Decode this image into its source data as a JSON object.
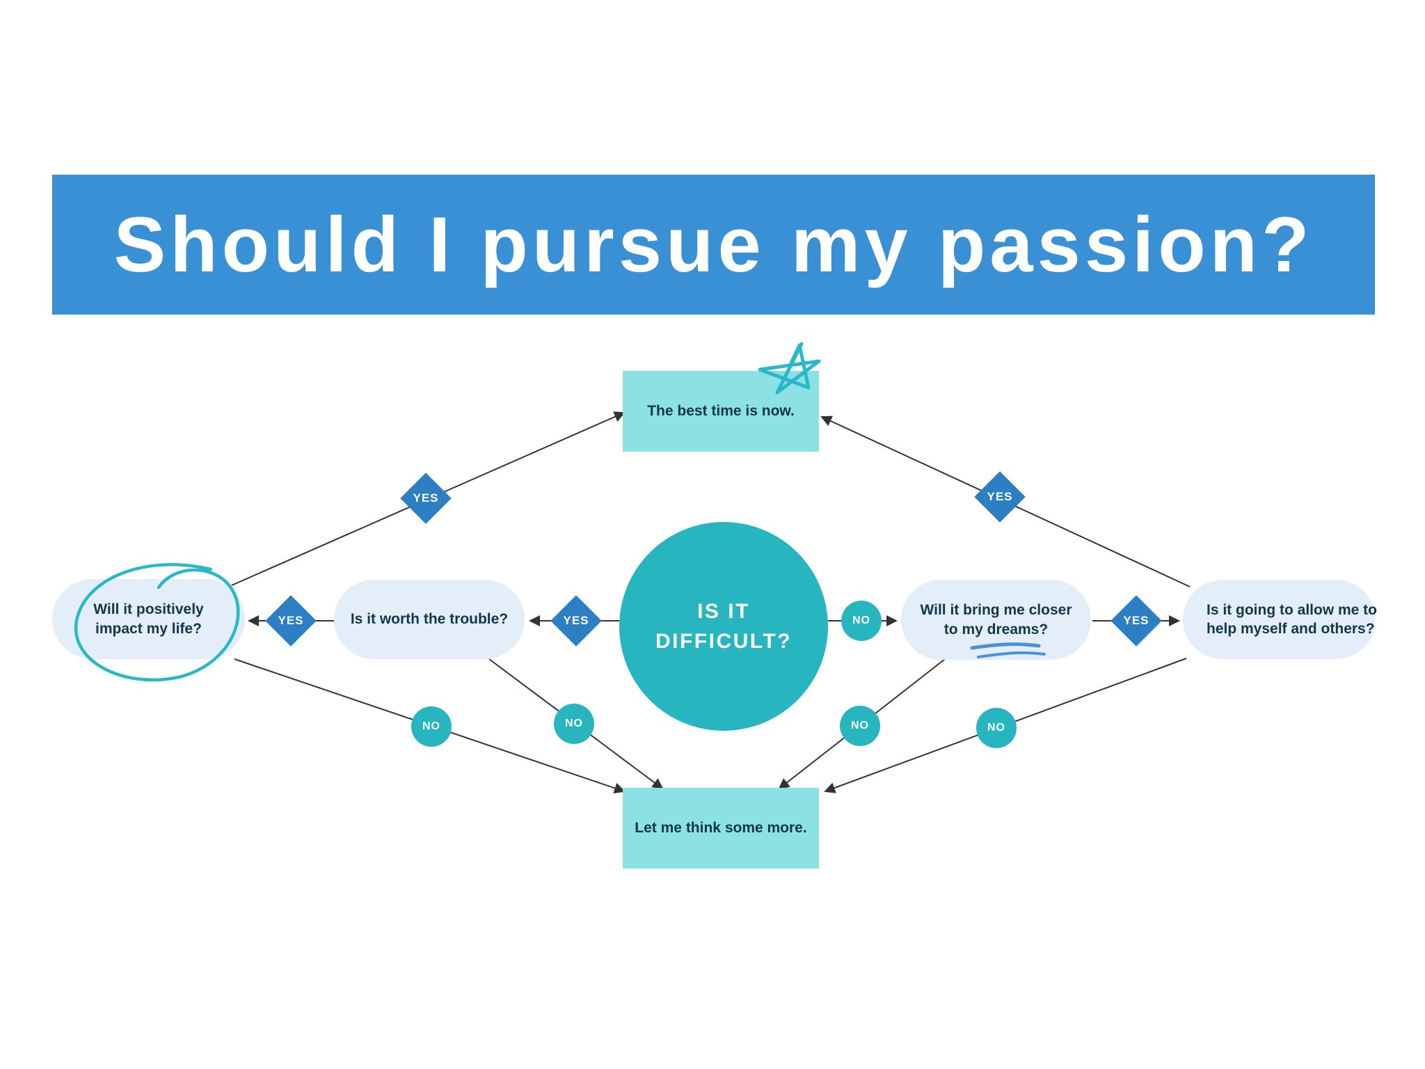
{
  "title": "Should I pursue my passion?",
  "nodes": {
    "center": {
      "lines": [
        "IS IT",
        "DIFFICULT?"
      ]
    },
    "top_outcome": {
      "label": "The best time is now."
    },
    "bottom_outcome": {
      "label": "Let me think some more."
    },
    "impact": {
      "lines": [
        "Will it positively",
        "impact my life?"
      ]
    },
    "trouble": {
      "label": "Is it worth the trouble?"
    },
    "dreams": {
      "lines": [
        "Will it bring me closer",
        "to my dreams?"
      ]
    },
    "help": {
      "lines": [
        "Is it going to allow me to",
        "help myself and others?"
      ]
    }
  },
  "edges": [
    {
      "from": "is-it-difficult",
      "to": "is-it-worth-the-trouble",
      "label": "YES"
    },
    {
      "from": "is-it-worth-the-trouble",
      "to": "will-it-positively-impact-my-life",
      "label": "YES"
    },
    {
      "from": "will-it-positively-impact-my-life",
      "to": "the-best-time-is-now",
      "label": "YES"
    },
    {
      "from": "will-it-positively-impact-my-life",
      "to": "let-me-think-some-more",
      "label": "NO"
    },
    {
      "from": "is-it-worth-the-trouble",
      "to": "let-me-think-some-more",
      "label": "NO"
    },
    {
      "from": "is-it-difficult",
      "to": "will-it-bring-me-closer-to-my-dreams",
      "label": "NO"
    },
    {
      "from": "will-it-bring-me-closer-to-my-dreams",
      "to": "is-it-going-to-allow-me-to-help-myself-and-others",
      "label": "YES"
    },
    {
      "from": "is-it-going-to-allow-me-to-help-myself-and-others",
      "to": "the-best-time-is-now",
      "label": "YES"
    },
    {
      "from": "will-it-bring-me-closer-to-my-dreams",
      "to": "let-me-think-some-more",
      "label": "NO"
    },
    {
      "from": "is-it-going-to-allow-me-to-help-myself-and-others",
      "to": "let-me-think-some-more",
      "label": "NO"
    }
  ],
  "colors": {
    "header_blue": "#3990d4",
    "diamond_blue": "#2d7fc3",
    "teal": "#27b6c0",
    "outcome_box_teal": "#8ce2e3",
    "pill_light_blue": "#e3eef8",
    "text_dark": "#11374a",
    "doodle_teal": "#28b8c8",
    "doodle_blue": "#4b90d9",
    "connector_line": "#333333"
  }
}
